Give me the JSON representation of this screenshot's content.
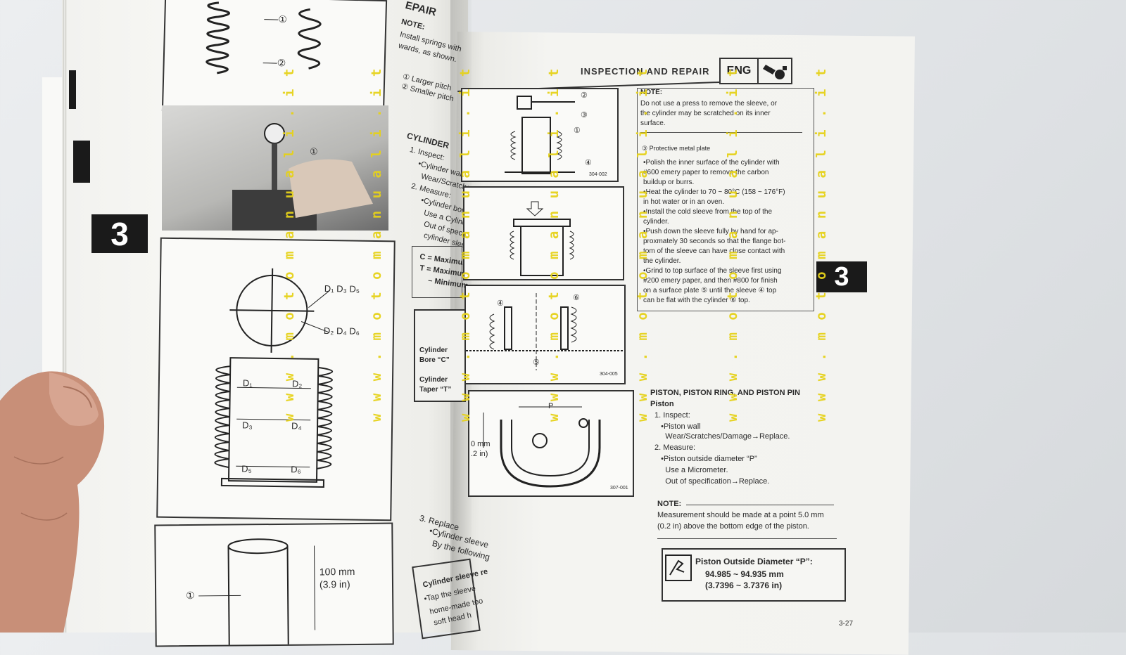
{
  "left_page": {
    "section_number": "3",
    "heading_fragment": "EPAIR",
    "note_label": "NOTE:",
    "note_lines": [
      "Install springs with",
      "wards, as shown."
    ],
    "legend": [
      "① Larger pitch",
      "② Smaller pitch"
    ],
    "cylinder_heading": "CYLINDER",
    "steps": [
      "1. Inspect:",
      "•Cylinder wall",
      "Wear/Scratches",
      "2. Measure:",
      "•Cylinder bore",
      "Use a Cylinder",
      "Out of specific",
      "cylinder slee"
    ],
    "formula_lines": [
      "C = Maximum D",
      "T = Maximum D",
      "– Minimum"
    ],
    "table_rows": [
      "Cylinder Bore “C”",
      "Cylinder Taper “T”"
    ],
    "step3": [
      "3. Replace",
      "•Cylinder sleeve",
      "By the following"
    ],
    "sleeve_box": [
      "Cylinder sleeve re",
      "•Tap the sleeve",
      "home-made too",
      "soft head h"
    ],
    "diagram_labels": {
      "d_upper": "D₁ D₃ D₅",
      "d_lower": "D₂ D₄ D₆",
      "d1": "D₁",
      "d2": "D₂",
      "d3": "D₃",
      "d4": "D₄",
      "d5": "D₅",
      "d6": "D₆",
      "sleeve_length": "100 mm",
      "sleeve_length_in": "(3.9 in)",
      "callout_1": "①",
      "callout_2": "②"
    }
  },
  "right_page": {
    "header_title": "INSPECTION AND REPAIR",
    "eng_label": "ENG",
    "note_label": "NOTE:",
    "note_text": [
      "Do not use a press to remove the sleeve, or",
      "the cylinder may be scratched on its inner",
      "surface."
    ],
    "protective_plate": "③ Protective metal plate",
    "bullets": [
      "•Polish the inner surface of the cylinder with",
      "  #600 emery paper to remove the carbon",
      "  buildup or burrs.",
      "•Heat the cylinder to 70 ~ 80°C (158 ~ 176°F)",
      "  in hot water or in an oven.",
      "•Install the cold sleeve from the top of the",
      "  cylinder.",
      "•Push down the sleeve fully by hand for ap-",
      "  proxmately 30 seconds so that the flange bot-",
      "  tom of the sleeve can have close contact with",
      "  the cylinder.",
      "•Grind to top surface of the sleeve first using",
      "  #200 emery paper, and then #800 for finish",
      "  on a surface plate ⑤ until the sleeve ④ top",
      "  can be flat with the cylinder ⑥ top."
    ],
    "piston_heading": "PISTON, PISTON RING, AND PISTON PIN",
    "piston_sub": "Piston",
    "piston_steps": [
      "1. Inspect:",
      "   •Piston wall",
      "     Wear/Scratches/Damage→Replace.",
      "2. Measure:",
      "   •Piston outside diameter “P”",
      "     Use a Micrometer.",
      "     Out of specification→Replace."
    ],
    "note2_label": "NOTE:",
    "note2_text": [
      "Measurement should be made at a point 5.0 mm",
      "(0.2 in) above the bottom edge of the piston."
    ],
    "spec_title": "Piston Outside Diameter “P”:",
    "spec_value": "94.985 ~ 94.935 mm",
    "spec_value_in": "(3.7396 ~ 3.7376 in)",
    "section_number": "3",
    "page_number": "3-27",
    "fig_codes": [
      "304-002",
      "304-005",
      "307-001"
    ],
    "fig_callouts": [
      "①",
      "②",
      "③",
      "④",
      "⑤",
      "⑥"
    ],
    "piston_fig_p": "P",
    "piston_fig_dim": [
      "0 mm",
      ".2 in)"
    ]
  },
  "watermark": "w w w . m o t o m a n u a l i . i t",
  "colors": {
    "watermark": "#e6d21a",
    "tab": "#1a1a1a",
    "paper": "#f4f4f1"
  }
}
